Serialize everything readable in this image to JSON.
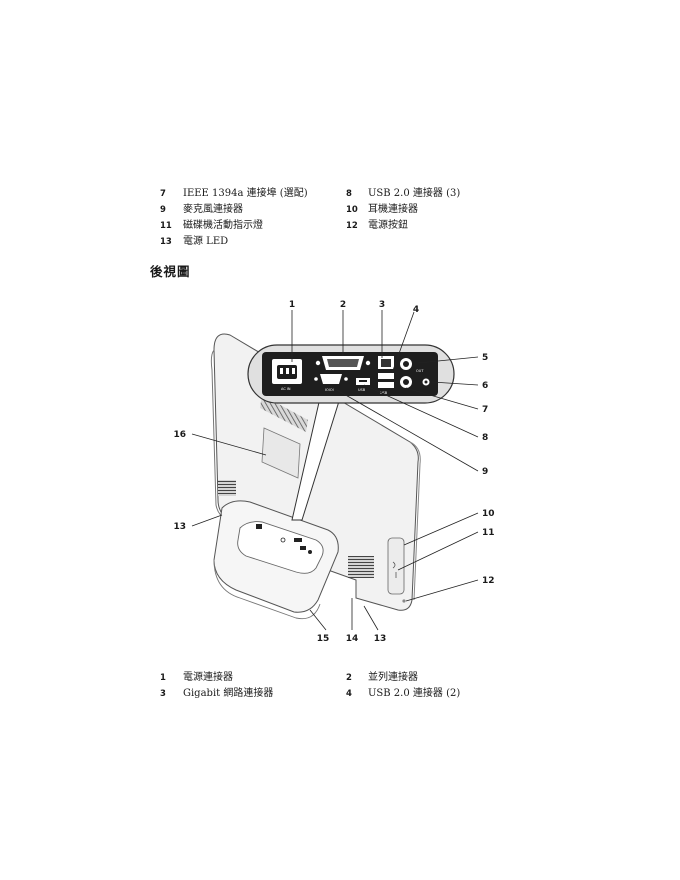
{
  "legend_top": [
    {
      "n1": "7",
      "t1": "IEEE 1394a 連接埠 (選配)",
      "n2": "8",
      "t2": "USB 2.0 連接器 (3)"
    },
    {
      "n1": "9",
      "t1": "麥克風連接器",
      "n2": "10",
      "t2": "耳機連接器"
    },
    {
      "n1": "11",
      "t1": "磁碟機活動指示燈",
      "n2": "12",
      "t2": "電源按鈕"
    },
    {
      "n1": "13",
      "t1": "電源 LED",
      "n2": "",
      "t2": ""
    }
  ],
  "section_heading": "後視圖",
  "callouts": [
    "1",
    "2",
    "3",
    "4",
    "5",
    "6",
    "7",
    "8",
    "9",
    "10",
    "11",
    "12",
    "13",
    "13",
    "14",
    "15",
    "16"
  ],
  "port_labels": {
    "power": "AC IN",
    "serial": "IOIOI",
    "usb": "USB",
    "dual_usb": "USB",
    "audio": "OUT"
  },
  "legend_bottom": [
    {
      "n1": "1",
      "t1": "電源連接器",
      "n2": "2",
      "t2": "並列連接器"
    },
    {
      "n1": "3",
      "t1": "Gigabit 網路連接器",
      "n2": "4",
      "t2": "USB 2.0 連接器 (2)"
    }
  ]
}
